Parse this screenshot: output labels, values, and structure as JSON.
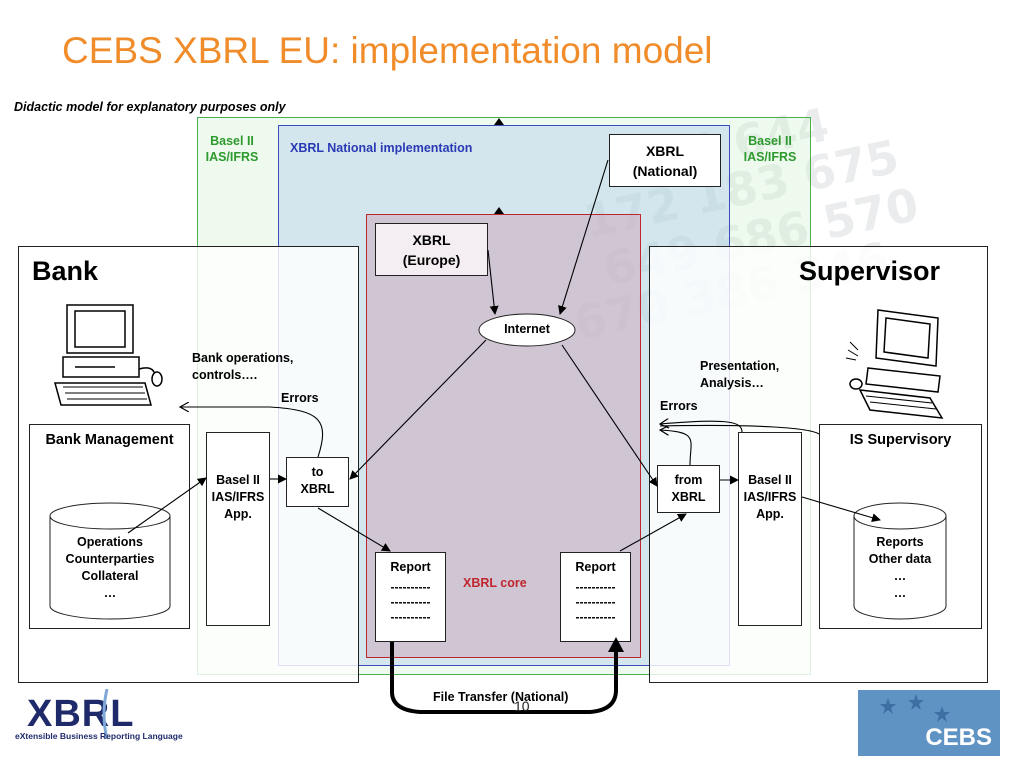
{
  "title": "CEBS XBRL EU: implementation model",
  "note": "Didactic model for explanatory purposes only",
  "zones": {
    "green_left": [
      "Basel II",
      "IAS/IFRS"
    ],
    "green_right": [
      "Basel II",
      "IAS/IFRS"
    ],
    "blue": "XBRL National implementation",
    "red": "XBRL core"
  },
  "xbrl_national": [
    "XBRL",
    "(National)"
  ],
  "xbrl_europe": [
    "XBRL",
    "(Europe)"
  ],
  "internet": "Internet",
  "bank": {
    "title": "Bank",
    "operations_note": [
      "Bank operations,",
      "controls…."
    ],
    "errors": "Errors",
    "management": "Bank Management",
    "database": [
      "Operations",
      "Counterparties",
      "Collateral",
      "…"
    ],
    "app": [
      "Basel II",
      "IAS/IFRS",
      "App."
    ],
    "to_xbrl": [
      "to",
      "XBRL"
    ]
  },
  "supervisor": {
    "title": "Supervisor",
    "presentation_note": [
      "Presentation,",
      "Analysis…"
    ],
    "errors": "Errors",
    "is_supervisory": "IS Supervisory",
    "database": [
      "Reports",
      "Other data",
      "…",
      "…"
    ],
    "app": [
      "Basel II",
      "IAS/IFRS",
      "App."
    ],
    "from_xbrl": [
      "from",
      "XBRL"
    ]
  },
  "report_left": {
    "title": "Report",
    "lines": [
      "----------",
      "----------",
      "----------"
    ]
  },
  "report_right": {
    "title": "Report",
    "lines": [
      "----------",
      "----------",
      "----------"
    ]
  },
  "file_transfer": "File Transfer (National)",
  "page_number": "10",
  "xbrl_logo": {
    "word": "XBRL",
    "tagline": "eXtensible Business Reporting Language"
  },
  "cebs_logo": "CEBS",
  "colors": {
    "title": "#f08c2a",
    "green": "#2e9a2e",
    "blue": "#2a3ab5",
    "red": "#c0262d",
    "cebs": "#5f93c4"
  }
}
